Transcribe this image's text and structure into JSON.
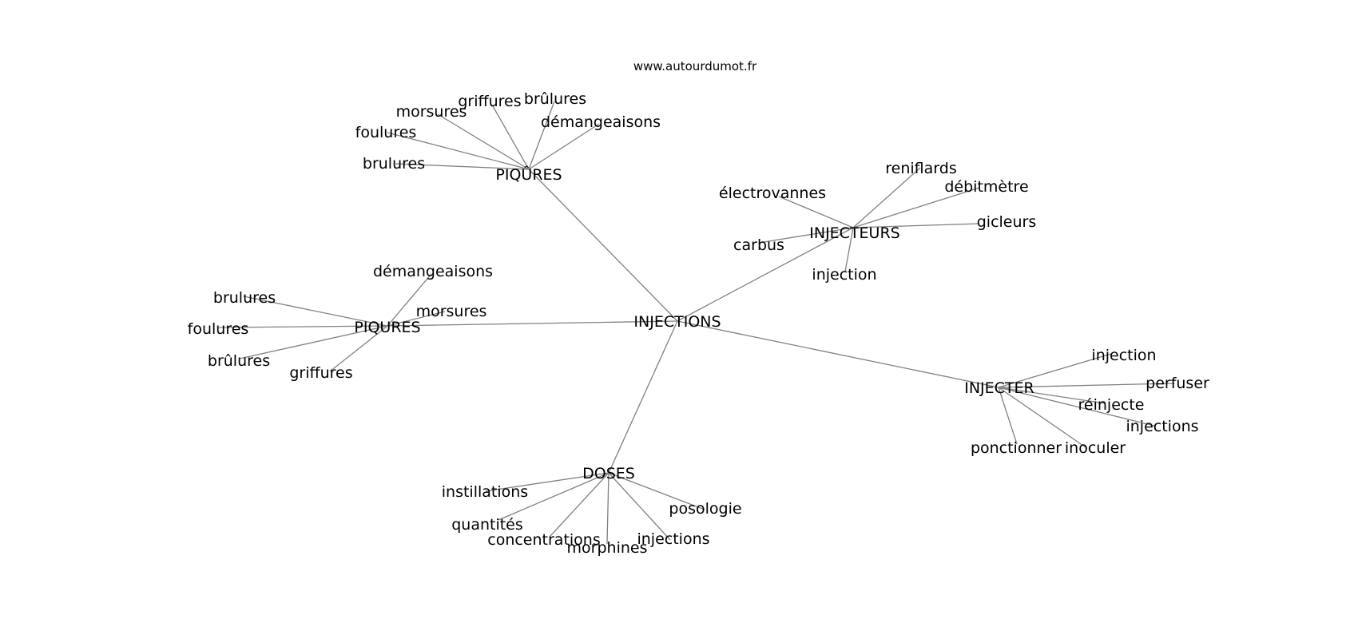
{
  "watermark": "www.autourdumot.fr",
  "colors": {
    "edge": "#808080",
    "text": "#000000",
    "background": "#ffffff"
  },
  "graph": {
    "center": {
      "id": "injections_center",
      "label": "INJECTIONS"
    },
    "hubs": [
      {
        "id": "piqures_hat",
        "label": "PIQÛRES",
        "leaves": [
          {
            "id": "ph_morsures",
            "label": "morsures"
          },
          {
            "id": "ph_griffures",
            "label": "griffures"
          },
          {
            "id": "ph_brulures_circ",
            "label": "brûlures"
          },
          {
            "id": "ph_demangeaisons",
            "label": "démangeaisons"
          },
          {
            "id": "ph_foulures",
            "label": "foulures"
          },
          {
            "id": "ph_brulures",
            "label": "brulures"
          }
        ]
      },
      {
        "id": "injecteurs",
        "label": "INJECTEURS",
        "leaves": [
          {
            "id": "ij_reniflards",
            "label": "reniflards"
          },
          {
            "id": "ij_debitmetre",
            "label": "débitmètre"
          },
          {
            "id": "ij_electrovannes",
            "label": "électrovannes"
          },
          {
            "id": "ij_gicleurs",
            "label": "gicleurs"
          },
          {
            "id": "ij_carbus",
            "label": "carbus"
          },
          {
            "id": "ij_injection",
            "label": "injection"
          }
        ]
      },
      {
        "id": "piqures",
        "label": "PIQURES",
        "leaves": [
          {
            "id": "pq_demangeaisons",
            "label": "démangeaisons"
          },
          {
            "id": "pq_brulures",
            "label": "brulures"
          },
          {
            "id": "pq_morsures",
            "label": "morsures"
          },
          {
            "id": "pq_foulures",
            "label": "foulures"
          },
          {
            "id": "pq_brulures_circ",
            "label": "brûlures"
          },
          {
            "id": "pq_griffures",
            "label": "griffures"
          }
        ]
      },
      {
        "id": "injecter",
        "label": "INJECTER",
        "leaves": [
          {
            "id": "ir_injection",
            "label": "injection"
          },
          {
            "id": "ir_perfuser",
            "label": "perfuser"
          },
          {
            "id": "ir_reinjecte",
            "label": "réinjecte"
          },
          {
            "id": "ir_injections",
            "label": "injections"
          },
          {
            "id": "ir_ponctionner",
            "label": "ponctionner"
          },
          {
            "id": "ir_inoculer",
            "label": "inoculer"
          }
        ]
      },
      {
        "id": "doses",
        "label": "DOSES",
        "leaves": [
          {
            "id": "ds_instillations",
            "label": "instillations"
          },
          {
            "id": "ds_posologie",
            "label": "posologie"
          },
          {
            "id": "ds_quantites",
            "label": "quantités"
          },
          {
            "id": "ds_concentrations",
            "label": "concentrations"
          },
          {
            "id": "ds_injections",
            "label": "injections"
          },
          {
            "id": "ds_morphines",
            "label": "morphines"
          }
        ]
      }
    ]
  }
}
